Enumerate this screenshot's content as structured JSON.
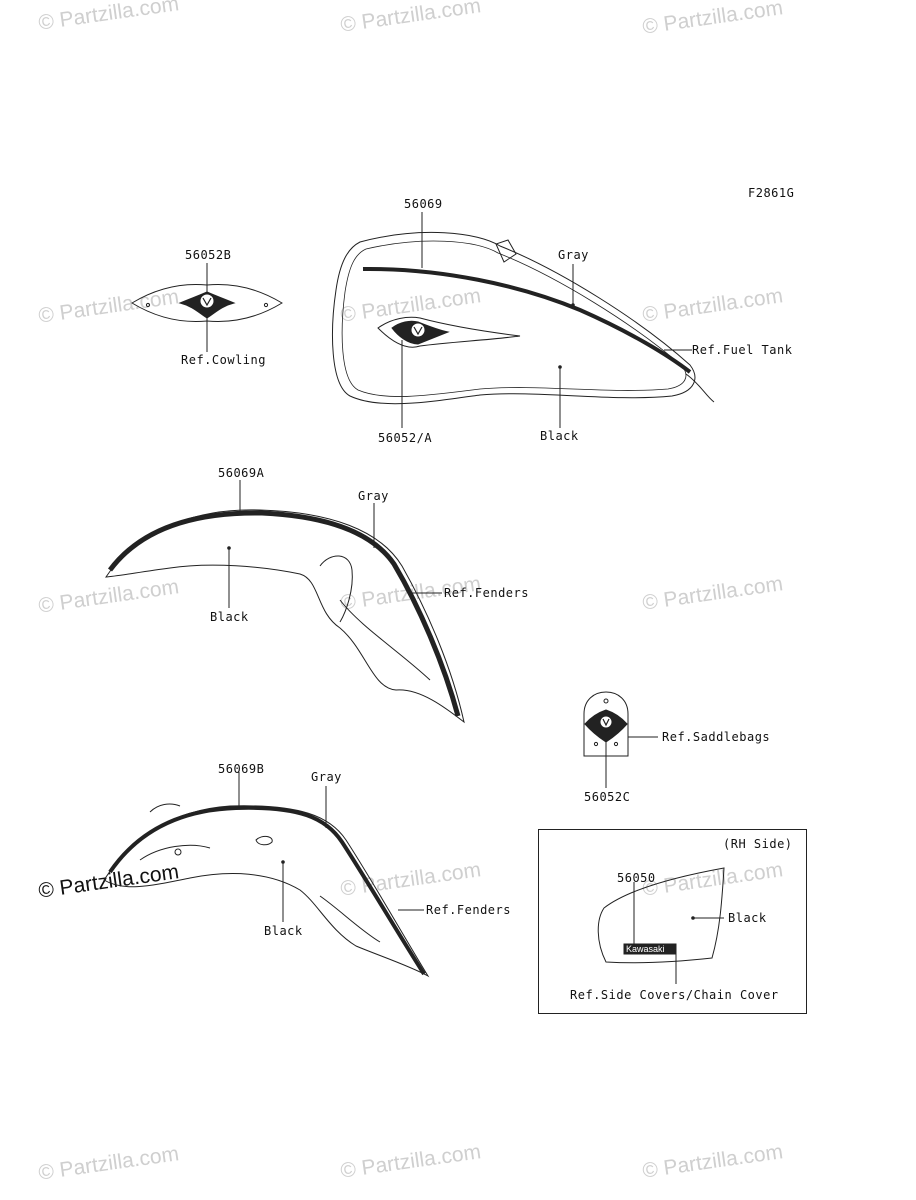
{
  "figure_code": "F2861G",
  "watermark": "© Partzilla.com",
  "labels": {
    "p56069": "56069",
    "gray_tank": "Gray",
    "ref_fuel_tank": "Ref.Fuel Tank",
    "black_tank": "Black",
    "p56052a": "56052/A",
    "p56052b": "56052B",
    "ref_cowling": "Ref.Cowling",
    "p56069a": "56069A",
    "gray_front": "Gray",
    "ref_fenders_front": "Ref.Fenders",
    "black_front": "Black",
    "p56052c": "56052C",
    "ref_saddlebags": "Ref.Saddlebags",
    "p56069b": "56069B",
    "gray_rear": "Gray",
    "ref_fenders_rear": "Ref.Fenders",
    "black_rear": "Black",
    "rh_side": "(RH Side)",
    "p56050": "56050",
    "black_cover": "Black",
    "ref_side_covers": "Ref.Side Covers/Chain Cover",
    "kawasaki_logo": "Kawasaki"
  }
}
